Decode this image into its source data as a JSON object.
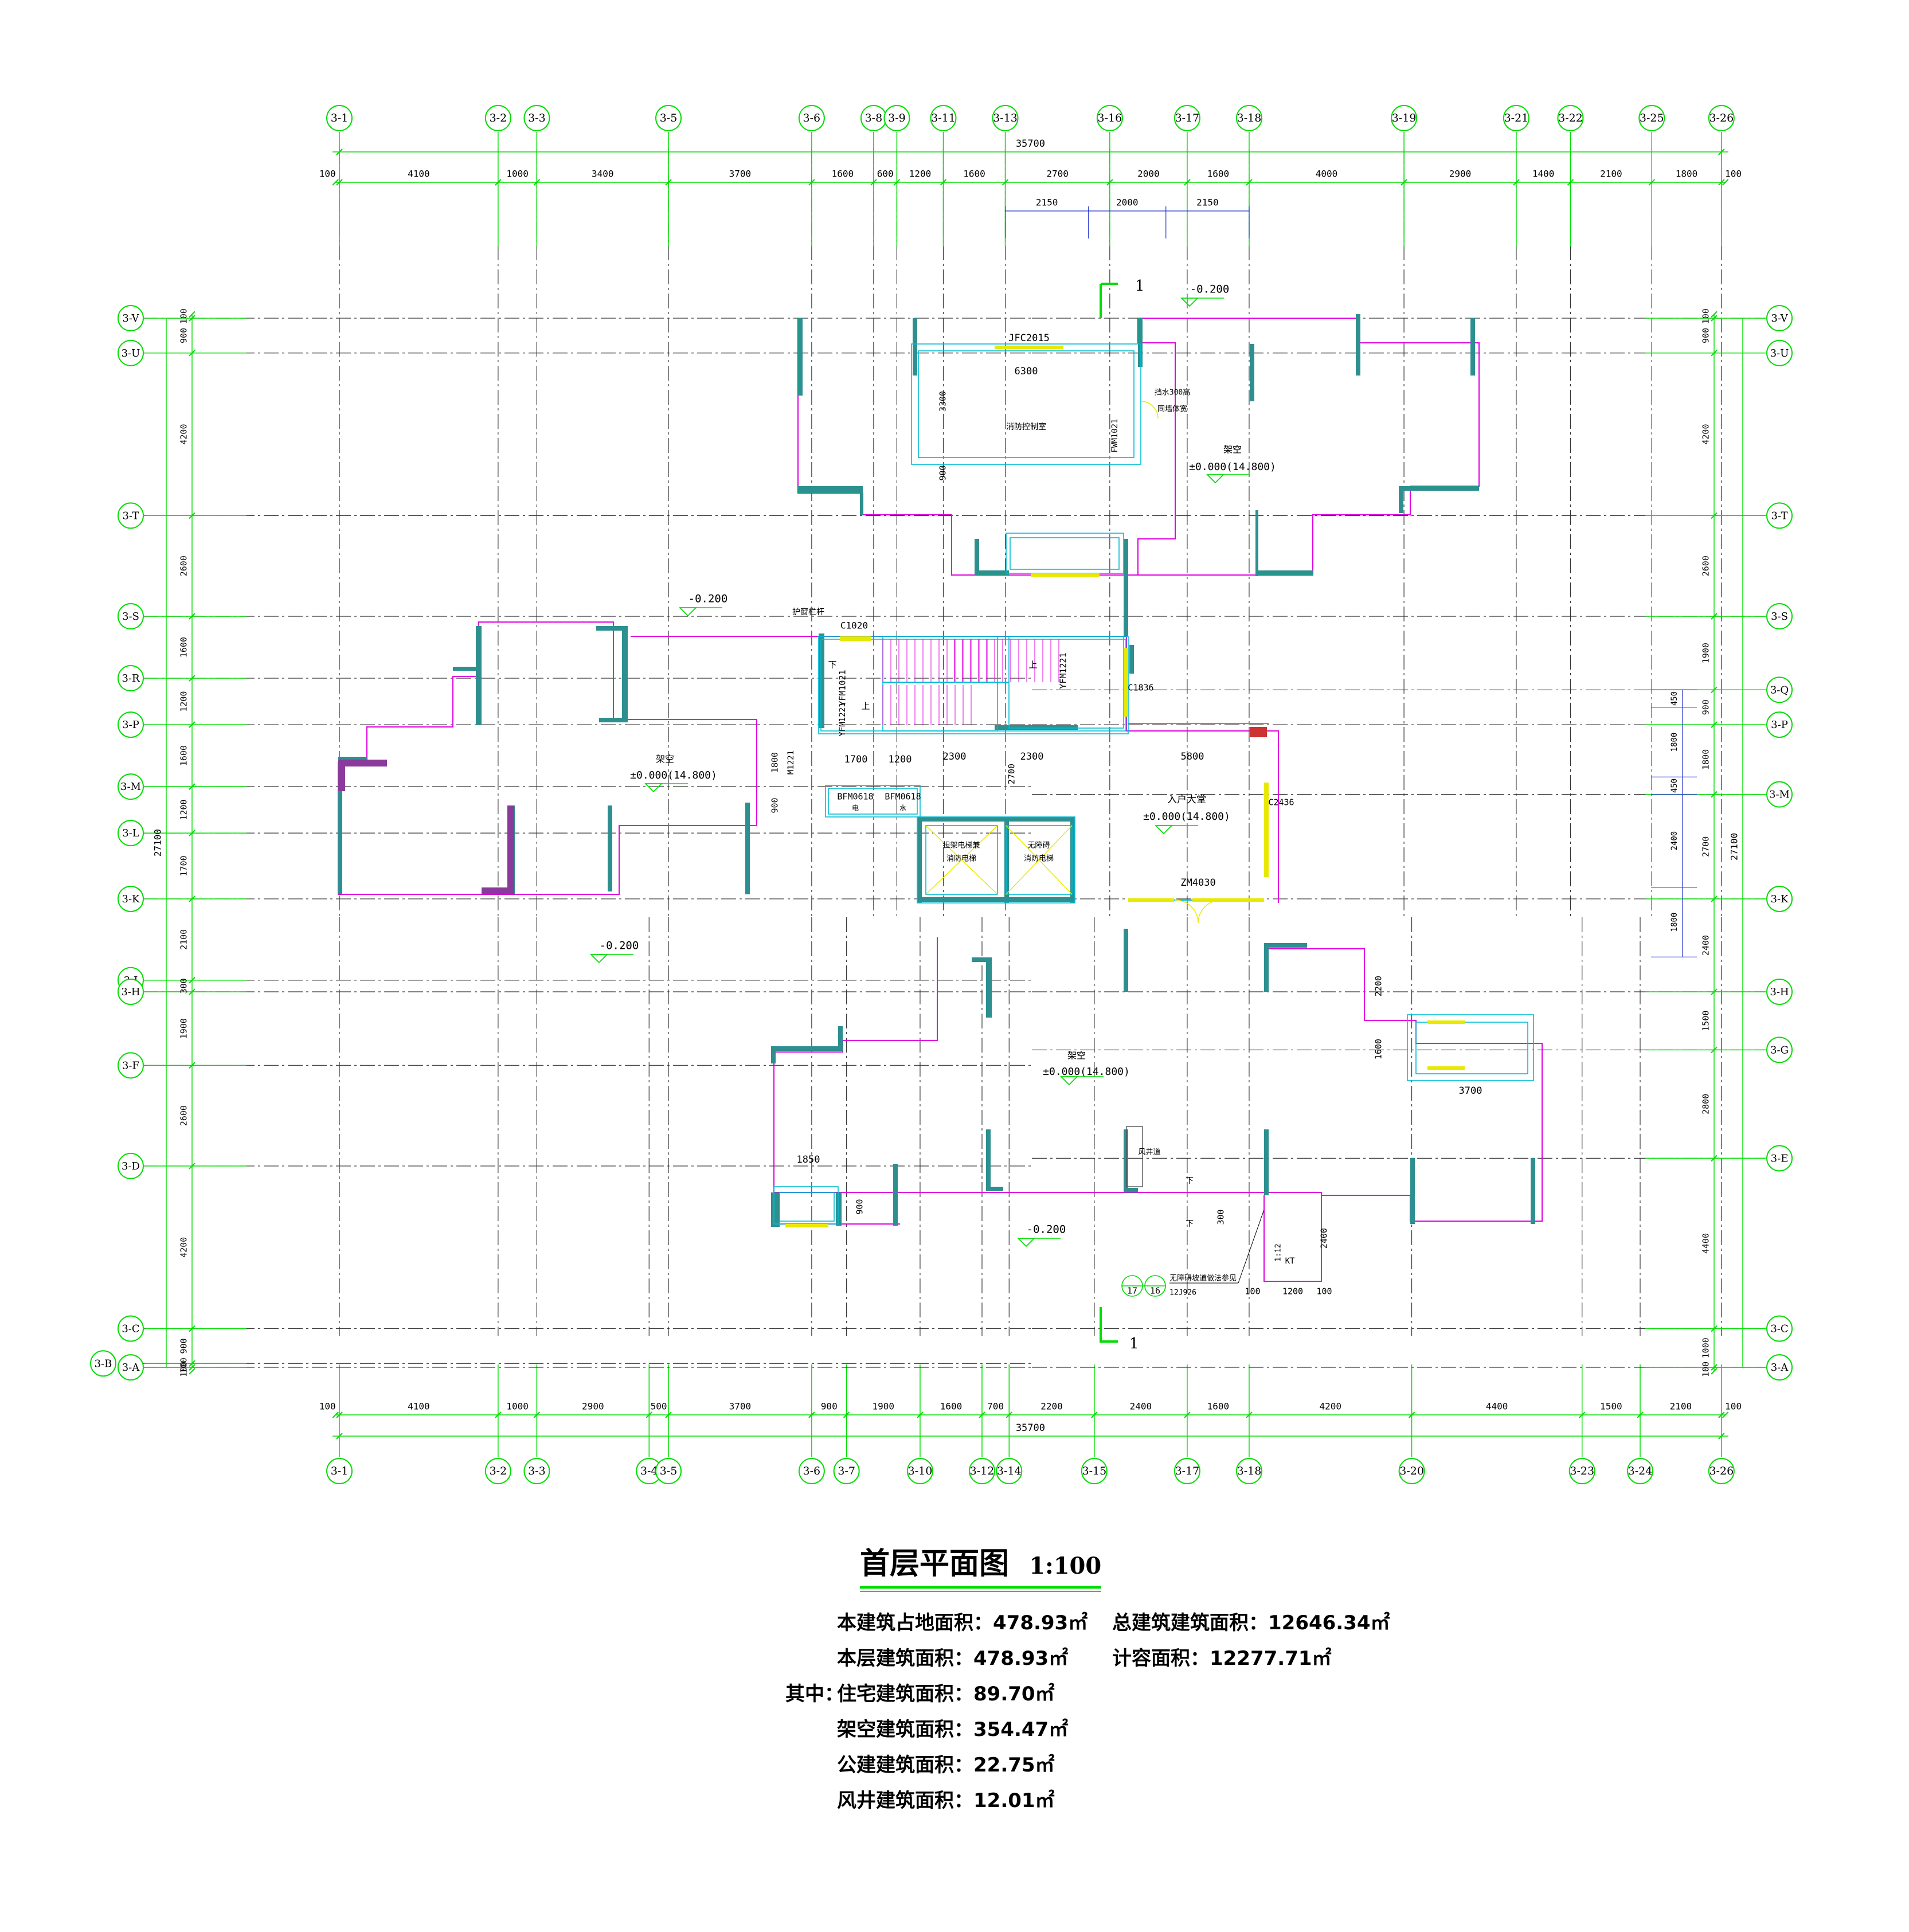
{
  "drawing_title": "首层平面图",
  "drawing_scale": "1:100",
  "colors": {
    "grid_green": "#00dd00",
    "axis_line": "#333333",
    "wall_teal": "#2d8f8f",
    "magenta": "#e000e0",
    "cyan": "#00bcd4",
    "yellow": "#e8e800",
    "blue": "#2233cc"
  },
  "top_axes": {
    "labels": [
      "3-1",
      "3-2",
      "3-3",
      "3-5",
      "3-6",
      "3-8",
      "3-9",
      "3-11",
      "3-13",
      "3-16",
      "3-17",
      "3-18",
      "3-19",
      "3-21",
      "3-22",
      "3-25",
      "3-26"
    ],
    "mm": [
      0,
      4100,
      5100,
      8500,
      12200,
      13800,
      14400,
      15600,
      17200,
      19900,
      21900,
      23500,
      27500,
      30400,
      31800,
      33900,
      35700
    ]
  },
  "bottom_axes": {
    "labels": [
      "3-1",
      "3-2",
      "3-3",
      "3-4",
      "3-5",
      "3-6",
      "3-7",
      "3-10",
      "3-12",
      "3-14",
      "3-15",
      "3-17",
      "3-18",
      "3-20",
      "3-23",
      "3-24",
      "3-26"
    ],
    "mm": [
      0,
      4100,
      5100,
      8000,
      8500,
      12200,
      13100,
      15000,
      16600,
      17300,
      19500,
      21900,
      23500,
      27700,
      32100,
      33600,
      35700
    ]
  },
  "left_axes": {
    "labels": [
      "3-V",
      "3-U",
      "3-T",
      "3-S",
      "3-R",
      "3-P",
      "3-M",
      "3-L",
      "3-K",
      "3-J",
      "3-H",
      "3-F",
      "3-D",
      "3-C",
      "3-B",
      "3-A"
    ],
    "mm": [
      0,
      900,
      5100,
      7700,
      9300,
      10500,
      12100,
      13300,
      15000,
      17100,
      17400,
      19300,
      21900,
      26100,
      27000,
      27100
    ]
  },
  "right_axes": {
    "labels": [
      "3-V",
      "3-U",
      "3-T",
      "3-S",
      "3-Q",
      "3-P",
      "3-M",
      "3-K",
      "3-H",
      "3-G",
      "3-E",
      "3-C",
      "3-A"
    ],
    "mm": [
      0,
      900,
      5100,
      7700,
      9600,
      10500,
      12300,
      15000,
      17400,
      18900,
      21700,
      26100,
      27100
    ]
  },
  "top_dims": {
    "total": "35700",
    "segments": [
      "100",
      "4100",
      "1000",
      "3400",
      "3700",
      "1600",
      "600",
      "1200",
      "1600",
      "2700",
      "2000",
      "1600",
      "4000",
      "2900",
      "1400",
      "2100",
      "1800",
      "100"
    ],
    "sub_segments": [
      "2150",
      "2000",
      "2150"
    ]
  },
  "bottom_dims": {
    "total": "35700",
    "segments": [
      "100",
      "4100",
      "1000",
      "2900",
      "500",
      "3700",
      "900",
      "1900",
      "1600",
      "700",
      "2200",
      "2400",
      "1600",
      "4200",
      "4400",
      "1500",
      "2100",
      "100"
    ]
  },
  "left_dims": {
    "total": "27100",
    "segments": [
      "100",
      "900",
      "4200",
      "2600",
      "1600",
      "1200",
      "1600",
      "1200",
      "1700",
      "2100",
      "300",
      "1900",
      "2600",
      "4200",
      "900",
      "100",
      "100"
    ]
  },
  "right_dims": {
    "total": "27100",
    "segments": [
      "100",
      "900",
      "4200",
      "2600",
      "1900",
      "900",
      "1800",
      "2700",
      "2400",
      "1500",
      "2800",
      "4400",
      "1000",
      "100"
    ],
    "inner": [
      "450",
      "1800",
      "450",
      "2400",
      "1800"
    ]
  },
  "annotations": {
    "elev_neg": "-0.200",
    "elev_pilotis": "±0.000(14.800)",
    "pilotis": "架空",
    "entrance_hall": "入户大堂",
    "fire_control": "消防控制室",
    "jfc2015": "JFC2015",
    "fwm1021": "FWM1021",
    "retaining": "挡水300高",
    "retaining2": "同墙体宽",
    "c1020": "C1020",
    "guard_rail": "护窗栏杆",
    "yfm1021": "YFM1021",
    "yfm1221": "YFM1221",
    "yfm1221b": "YFM1221",
    "m1221": "M1221",
    "bfm0618a": "BFM0618",
    "bfm0618b": "BFM0618",
    "elec": "电",
    "water": "水",
    "elev1": "担架电梯兼",
    "elev1b": "消防电梯",
    "elev2": "无障碍",
    "elev2b": "消防电梯",
    "c1836": "C1836",
    "c2436": "C2436",
    "zm4030": "ZM4030",
    "up": "上",
    "down": "下",
    "dim_6300": "6300",
    "dim_3300": "3300",
    "dim_900a": "900",
    "dim_1800": "1800",
    "dim_900b": "900",
    "dim_1700": "1700",
    "dim_1200a": "1200",
    "dim_2300a": "2300",
    "dim_2700": "2700",
    "dim_2300b": "2300",
    "dim_5800": "5800",
    "dim_2200": "2200",
    "dim_1600": "1600",
    "dim_3700": "3700",
    "dim_1850": "1850",
    "dim_900c": "900",
    "dim_300": "300",
    "dim_2400": "2400",
    "dim_100a": "100",
    "dim_1200b": "1200",
    "dim_100b": "100",
    "slope": "1:12",
    "ramp_ref": "无障碍坡道做法参见",
    "ramp_std": "12J926",
    "ref_num_a": "17",
    "ref_num_b": "16",
    "kt": "KT",
    "section_no": "1",
    "shaft": "风井道"
  },
  "areas": {
    "footprint": "本建筑占地面积：478.93㎡",
    "total": "总建筑建筑面积：12646.34㎡",
    "floor": "本层建筑面积：478.93㎡",
    "far": "计容面积：12277.71㎡",
    "prefix": "其中：",
    "residential": "住宅建筑面积：89.70㎡",
    "pilotis": "架空建筑面积：354.47㎡",
    "public": "公建建筑面积：22.75㎡",
    "shaft": "风井建筑面积：12.01㎡"
  }
}
